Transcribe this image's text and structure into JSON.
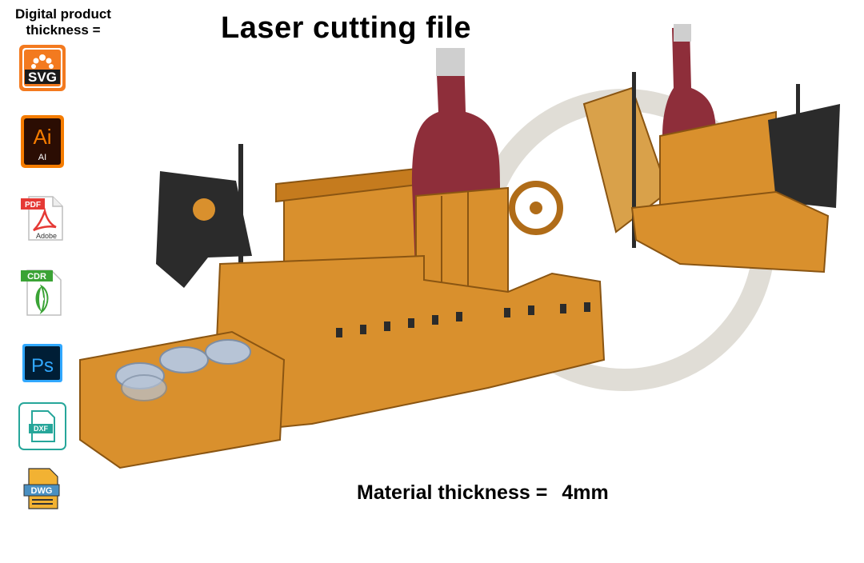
{
  "header": {
    "digital_product_line1": "Digital product",
    "digital_product_line2": "thickness ="
  },
  "title": "Laser cutting file",
  "material": {
    "label": "Material thickness =",
    "value": "4mm"
  },
  "file_formats": [
    {
      "name": "svg-icon",
      "label": "SVG",
      "color": "#f37a1f"
    },
    {
      "name": "illustrator-icon",
      "label": "Ai",
      "sublabel": "AI",
      "color": "#f57c00"
    },
    {
      "name": "pdf-icon",
      "label": "PDF",
      "sublabel": "Adobe",
      "color": "#e53935"
    },
    {
      "name": "coreldraw-icon",
      "label": "CDR",
      "color": "#3aa335"
    },
    {
      "name": "photoshop-icon",
      "label": "Ps",
      "color": "#31a8ff"
    },
    {
      "name": "dxf-icon",
      "label": "DXF",
      "color": "#26a69a"
    },
    {
      "name": "dwg-icon",
      "label": "DWG",
      "color": "#f2b233"
    }
  ],
  "colors": {
    "wood": "#d9902d",
    "wood_dark": "#b06c18",
    "sail": "#2b2b2b",
    "bottle": "#8e2e3a",
    "watermark": "#d8d4cc"
  }
}
